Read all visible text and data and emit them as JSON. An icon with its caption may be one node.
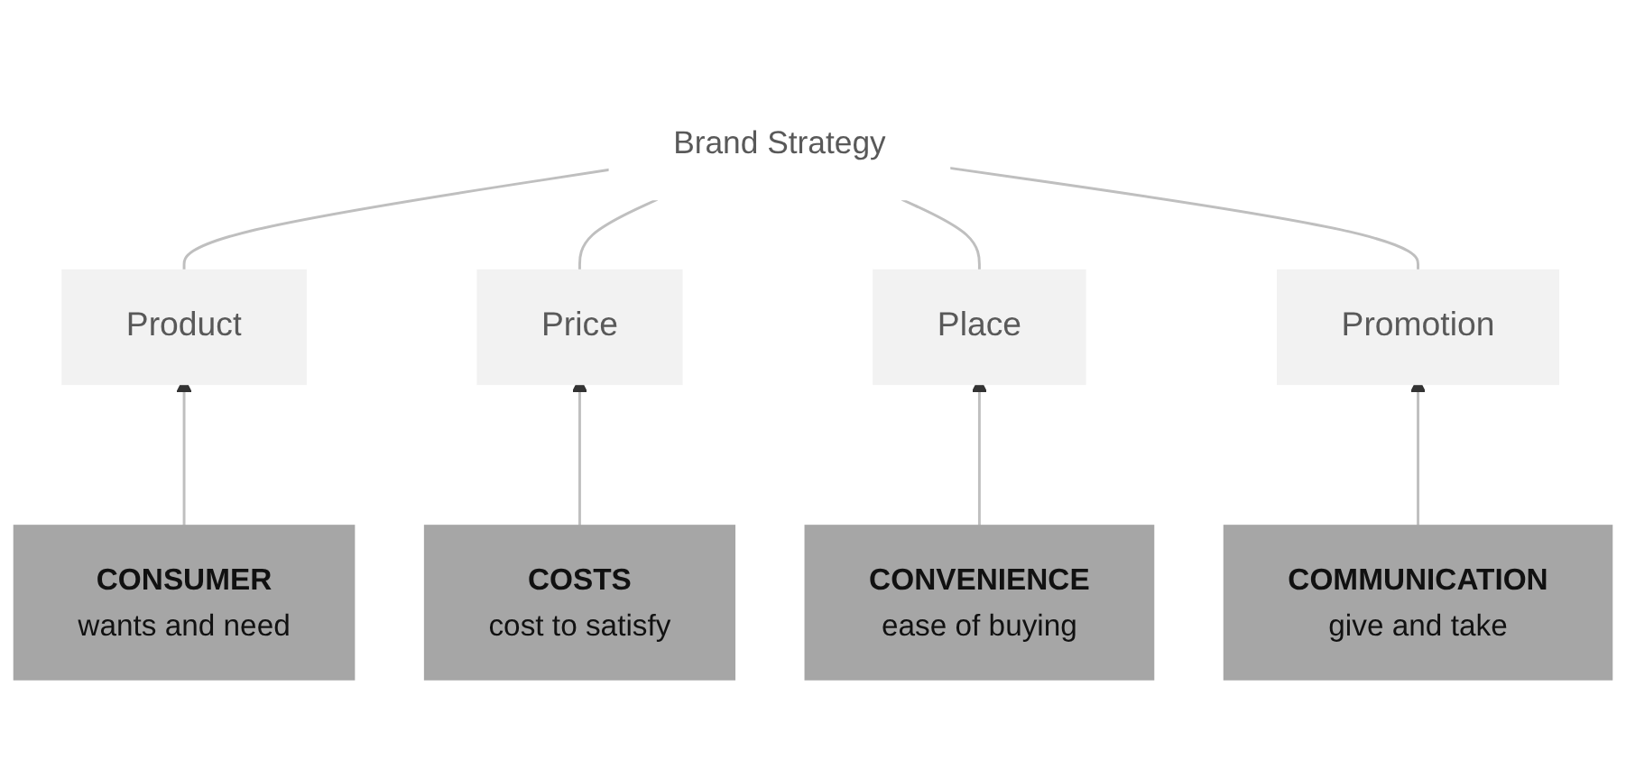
{
  "diagram": {
    "nodes": [
      {
        "text": [
          "Brand Strategy"
        ]
      },
      {
        "text": [
          "Product"
        ]
      },
      {
        "text": [
          "Price"
        ]
      },
      {
        "text": [
          "Place"
        ]
      },
      {
        "text": [
          "Promotion"
        ]
      },
      {
        "text": [
          "CONSUMER",
          "wants and need"
        ]
      },
      {
        "text": [
          "COSTS",
          "cost to satisfy"
        ]
      },
      {
        "text": [
          "CONVENIENCE",
          "ease of buying"
        ]
      },
      {
        "text": [
          "COMMUNICATION",
          "give and take"
        ]
      }
    ],
    "edges": [
      {
        "from": 0,
        "to": 1,
        "arrow": "none"
      },
      {
        "from": 0,
        "to": 2,
        "arrow": "none"
      },
      {
        "from": 0,
        "to": 3,
        "arrow": "none"
      },
      {
        "from": 0,
        "to": 4,
        "arrow": "none"
      },
      {
        "from": 5,
        "to": 1,
        "arrow": "to"
      },
      {
        "from": 6,
        "to": 2,
        "arrow": "to"
      },
      {
        "from": 7,
        "to": 3,
        "arrow": "to"
      },
      {
        "from": 8,
        "to": 4,
        "arrow": "to"
      }
    ]
  }
}
